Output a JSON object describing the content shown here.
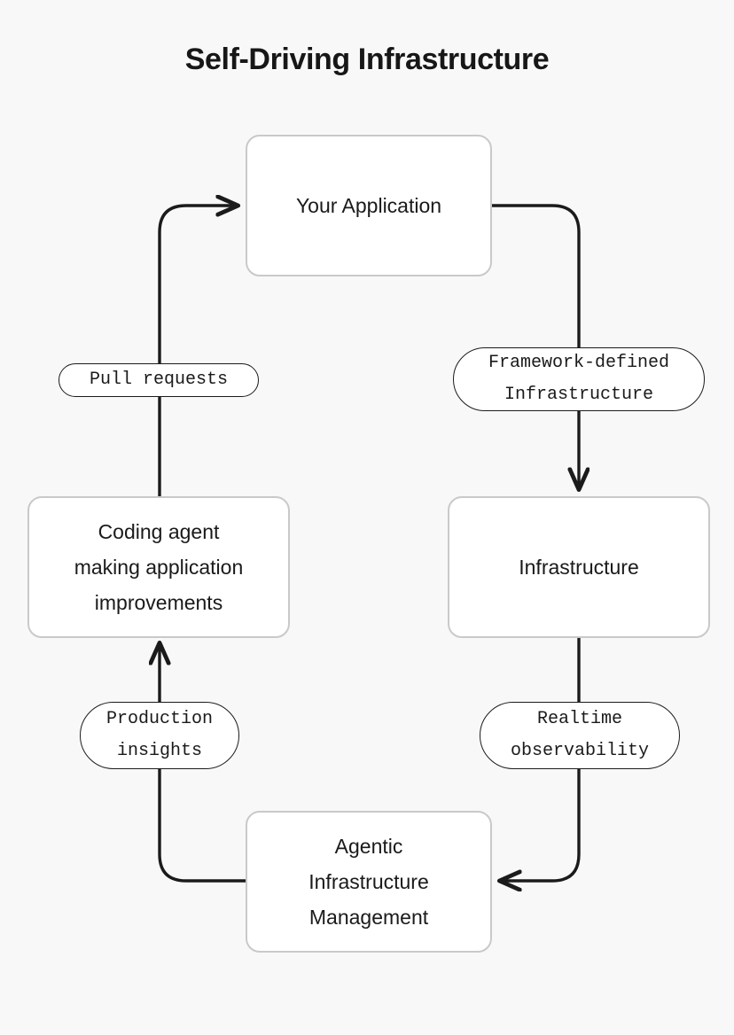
{
  "diagram": {
    "title": "Self-Driving Infrastructure",
    "type": "flowchart-cycle",
    "background_color": "#f8f8f8",
    "node_border_color": "#c9c9c9",
    "node_fill_color": "#ffffff",
    "edge_color": "#1b1b1b",
    "text_color": "#1a1a1a",
    "nodes": [
      {
        "id": "app",
        "label": "Your Application"
      },
      {
        "id": "infra",
        "label": "Infrastructure"
      },
      {
        "id": "agentic",
        "label": "Agentic\nInfrastructure\nManagement"
      },
      {
        "id": "coding",
        "label": "Coding agent\nmaking application\nimprovements"
      }
    ],
    "edges": [
      {
        "id": "app-to-infra",
        "from": "app",
        "to": "infra",
        "label": "Framework-defined\nInfrastructure"
      },
      {
        "id": "infra-to-agentic",
        "from": "infra",
        "to": "agentic",
        "label": "Realtime\nobservability"
      },
      {
        "id": "agentic-to-coding",
        "from": "agentic",
        "to": "coding",
        "label": "Production\ninsights"
      },
      {
        "id": "coding-to-app",
        "from": "coding",
        "to": "app",
        "label": "Pull requests"
      }
    ]
  }
}
